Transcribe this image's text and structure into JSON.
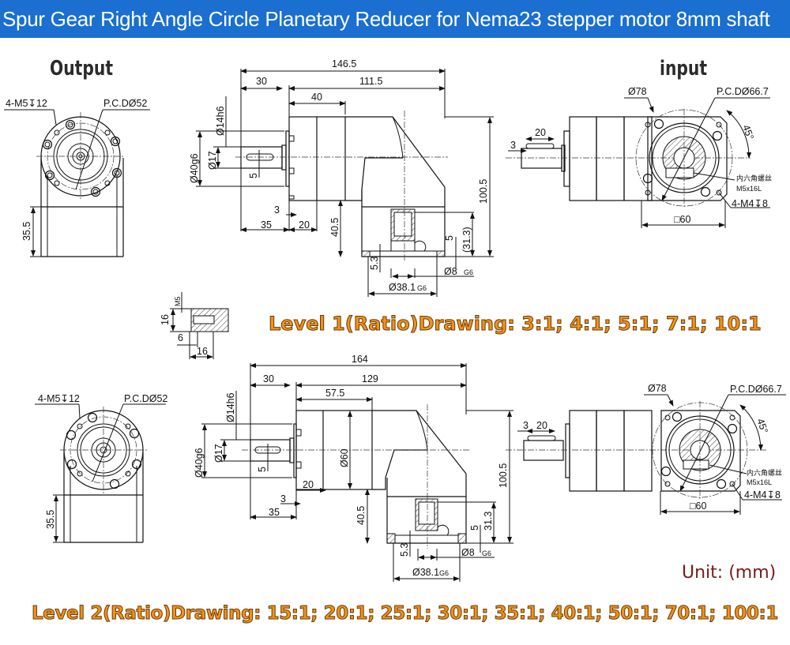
{
  "header": {
    "title": "Spur Gear Right Angle Circle Planetary Reducer for Nema23 stepper motor 8mm shaft",
    "bg_color": "#1a6fd0"
  },
  "level1": {
    "output_view": {
      "label": "Output",
      "bolt_note": "4-M5↧12",
      "pcd": "P.C.DØ52",
      "height": "35.5"
    },
    "side_view": {
      "overall": "146.5",
      "body": "111.5",
      "shaft_len": "30",
      "stage": "40",
      "shaft_dia": "Ø14h6",
      "spigot": "Ø40g6",
      "shaft_d17": "Ø17",
      "key": "5",
      "flange_t": "3",
      "offset35": "35",
      "offset20": "20",
      "h40_5": "40.5",
      "h100_5": "100.5",
      "h31_3": "(31.3)",
      "h5": "5",
      "d5_3": "5.3",
      "bore": "Ø8",
      "bore_tol": "G6",
      "pilot": "Ø38.1",
      "pilot_tol": "G6"
    },
    "input_view": {
      "label": "input",
      "outer": "Ø78",
      "pcd": "P.C.DØ66.7",
      "angle": "45°",
      "screw_cn": "内六角螺丝",
      "screw": "M5x16L",
      "holes": "4-M4↧8",
      "square": "□60",
      "key_w": "20",
      "key_off": "3"
    },
    "key_detail": {
      "thread": "M5",
      "h": "16",
      "off": "6",
      "len": "16"
    },
    "ratio_label": "Level 1(Ratio)Drawing: 3:1;  4:1;  5:1;  7:1;  10:1"
  },
  "level2": {
    "output_view": {
      "bolt_note": "4-M5↧12",
      "pcd": "P.C.DØ52",
      "height": "35.5"
    },
    "side_view": {
      "overall": "164",
      "body": "129",
      "shaft_len": "30",
      "stage": "57.5",
      "shaft_dia": "Ø14h6",
      "spigot": "Ø40g6",
      "shaft_d17": "Ø17",
      "key": "5",
      "body_dia": "Ø60",
      "flange_t": "3",
      "offset35": "35",
      "offset20": "20",
      "h40_5": "40.5",
      "h100_5": "100.5",
      "h31_3": "31.3",
      "h5": "5",
      "d5_3": "5.3",
      "bore": "Ø8",
      "bore_tol": "G6",
      "pilot": "Ø38.1",
      "pilot_tol": "G6"
    },
    "input_view": {
      "outer": "Ø78",
      "pcd": "P.C.DØ66.7",
      "angle": "45°",
      "screw_cn": "内六角螺丝",
      "screw": "M5x16L",
      "holes": "4-M4↧8",
      "square": "□60",
      "key_w": "20",
      "key_off": "3"
    },
    "ratio_label": "Level 2(Ratio)Drawing: 15:1; 20:1; 25:1; 30:1; 35:1; 40:1; 50:1; 70:1; 100:1"
  },
  "unit_label": "Unit: (mm)",
  "colors": {
    "ratio_text": "#f0921e",
    "ratio_outline": "#6b3a00",
    "unit_text": "#7a1a1a"
  }
}
